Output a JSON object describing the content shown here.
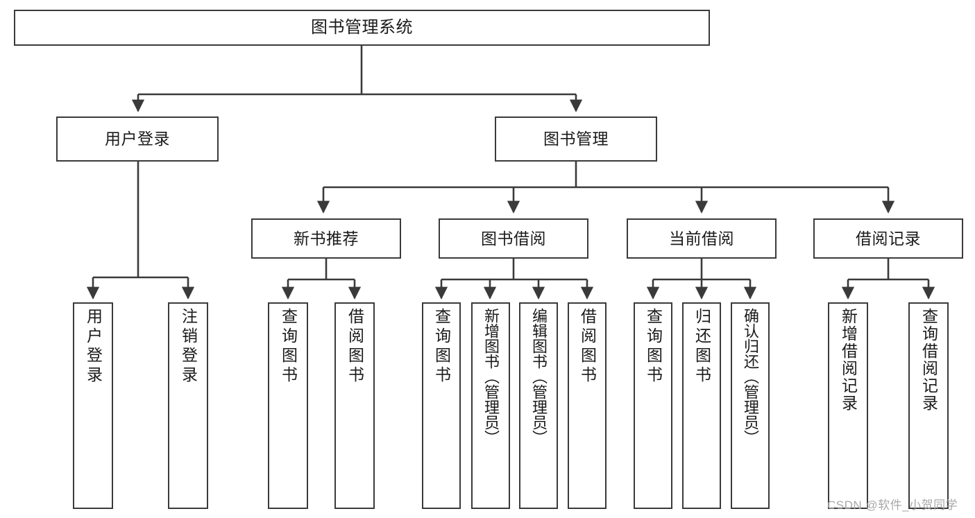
{
  "diagram": {
    "type": "tree-hierarchy",
    "title": "图书管理系统",
    "root": {
      "id": "root",
      "label": "图书管理系统"
    },
    "level1": [
      {
        "id": "user-login",
        "label": "用户登录"
      },
      {
        "id": "book-manage",
        "label": "图书管理"
      }
    ],
    "level2": [
      {
        "id": "new-book-rec",
        "label": "新书推荐",
        "parent": "book-manage"
      },
      {
        "id": "book-borrow",
        "label": "图书借阅",
        "parent": "book-manage"
      },
      {
        "id": "current-borrow",
        "label": "当前借阅",
        "parent": "book-manage"
      },
      {
        "id": "borrow-record",
        "label": "借阅记录",
        "parent": "book-manage"
      }
    ],
    "leaves": [
      {
        "id": "leaf-user-login",
        "label": "用户登录",
        "parent": "user-login"
      },
      {
        "id": "leaf-logout",
        "label": "注销登录",
        "parent": "user-login"
      },
      {
        "id": "leaf-query-book-1",
        "label": "查询图书",
        "parent": "new-book-rec"
      },
      {
        "id": "leaf-borrow-book-1",
        "label": "借阅图书",
        "parent": "new-book-rec"
      },
      {
        "id": "leaf-query-book-2",
        "label": "查询图书",
        "parent": "book-borrow"
      },
      {
        "id": "leaf-add-book",
        "label": "新增图书（管理员）",
        "parent": "book-borrow"
      },
      {
        "id": "leaf-edit-book",
        "label": "编辑图书（管理员）",
        "parent": "book-borrow"
      },
      {
        "id": "leaf-borrow-book-2",
        "label": "借阅图书",
        "parent": "book-borrow"
      },
      {
        "id": "leaf-query-book-3",
        "label": "查询图书",
        "parent": "current-borrow"
      },
      {
        "id": "leaf-return-book",
        "label": "归还图书",
        "parent": "current-borrow"
      },
      {
        "id": "leaf-confirm-return",
        "label": "确认归还（管理员）",
        "parent": "current-borrow"
      },
      {
        "id": "leaf-add-record",
        "label": "新增借阅记录",
        "parent": "borrow-record"
      },
      {
        "id": "leaf-query-record",
        "label": "查询借阅记录",
        "parent": "borrow-record"
      }
    ],
    "colors": {
      "stroke": "#3a3a3a",
      "background": "#ffffff",
      "text": "#1a1a1a",
      "watermark": "#a8a8a8"
    }
  },
  "watermark": {
    "text": "CSDN @软件_小贺同学"
  }
}
